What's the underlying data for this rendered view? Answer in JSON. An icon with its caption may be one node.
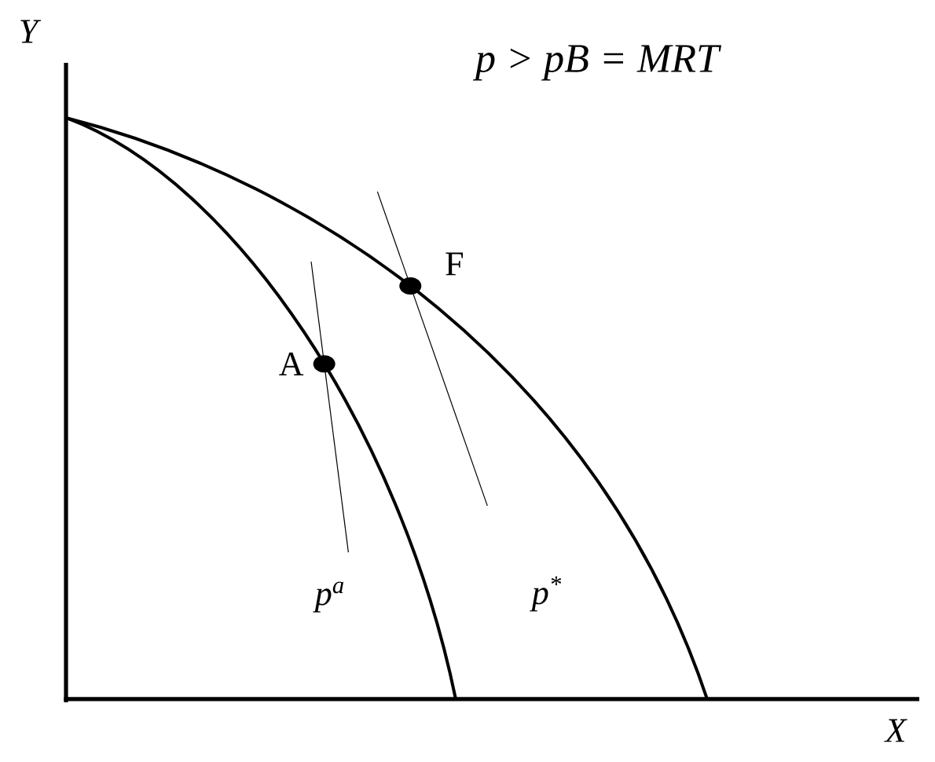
{
  "diagram": {
    "labels": [
      "Y",
      "p > pB = MRT",
      "F",
      "A",
      "p$^{a}$",
      "p$^{*}$",
      "X"
    ]
  }
}
